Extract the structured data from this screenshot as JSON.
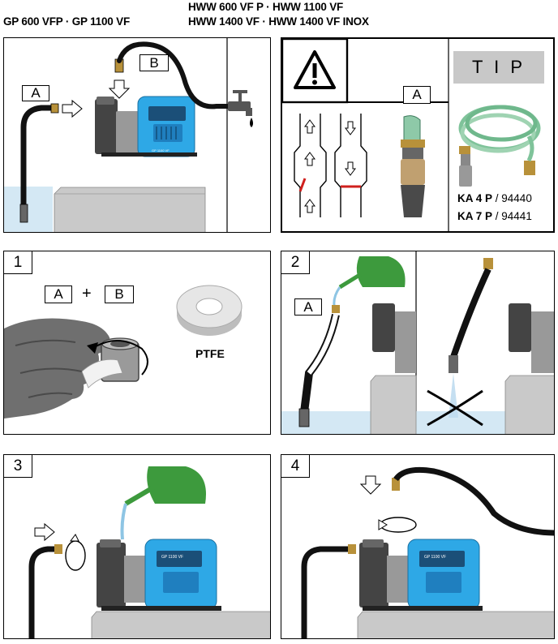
{
  "header": {
    "left_models": "GP 600 VFP · GP 1100 VF",
    "right_models_line1": "HWW 600 VF P · HWW 1100 VF",
    "right_models_line2": "HWW 1400 VF · HWW 1400 VF INOX"
  },
  "overview": {
    "label_a": "A",
    "label_b": "B",
    "pump_model": "GP 1100 VF"
  },
  "warning": {
    "label_a": "A"
  },
  "tip": {
    "title": "T I P",
    "items": [
      {
        "model": "KA 4 P",
        "sep": " / ",
        "code": "94440"
      },
      {
        "model": "KA 7 P",
        "sep": " / ",
        "code": "94441"
      }
    ]
  },
  "steps": [
    {
      "number": "1",
      "label_a": "A",
      "plus": "+",
      "label_b": "B",
      "ptfe": "PTFE"
    },
    {
      "number": "2",
      "label_a": "A"
    },
    {
      "number": "3",
      "pump_model": "GP 1100 VF"
    },
    {
      "number": "4",
      "pump_model": "GP 1100 VF"
    }
  ],
  "colors": {
    "pump_blue": "#2ea8e6",
    "can_green": "#3d9a3d",
    "tap_gray": "#555555",
    "tip_title_bg": "#c8c8c8",
    "water": "#d4e8f4",
    "valve_red": "#d0201e"
  }
}
